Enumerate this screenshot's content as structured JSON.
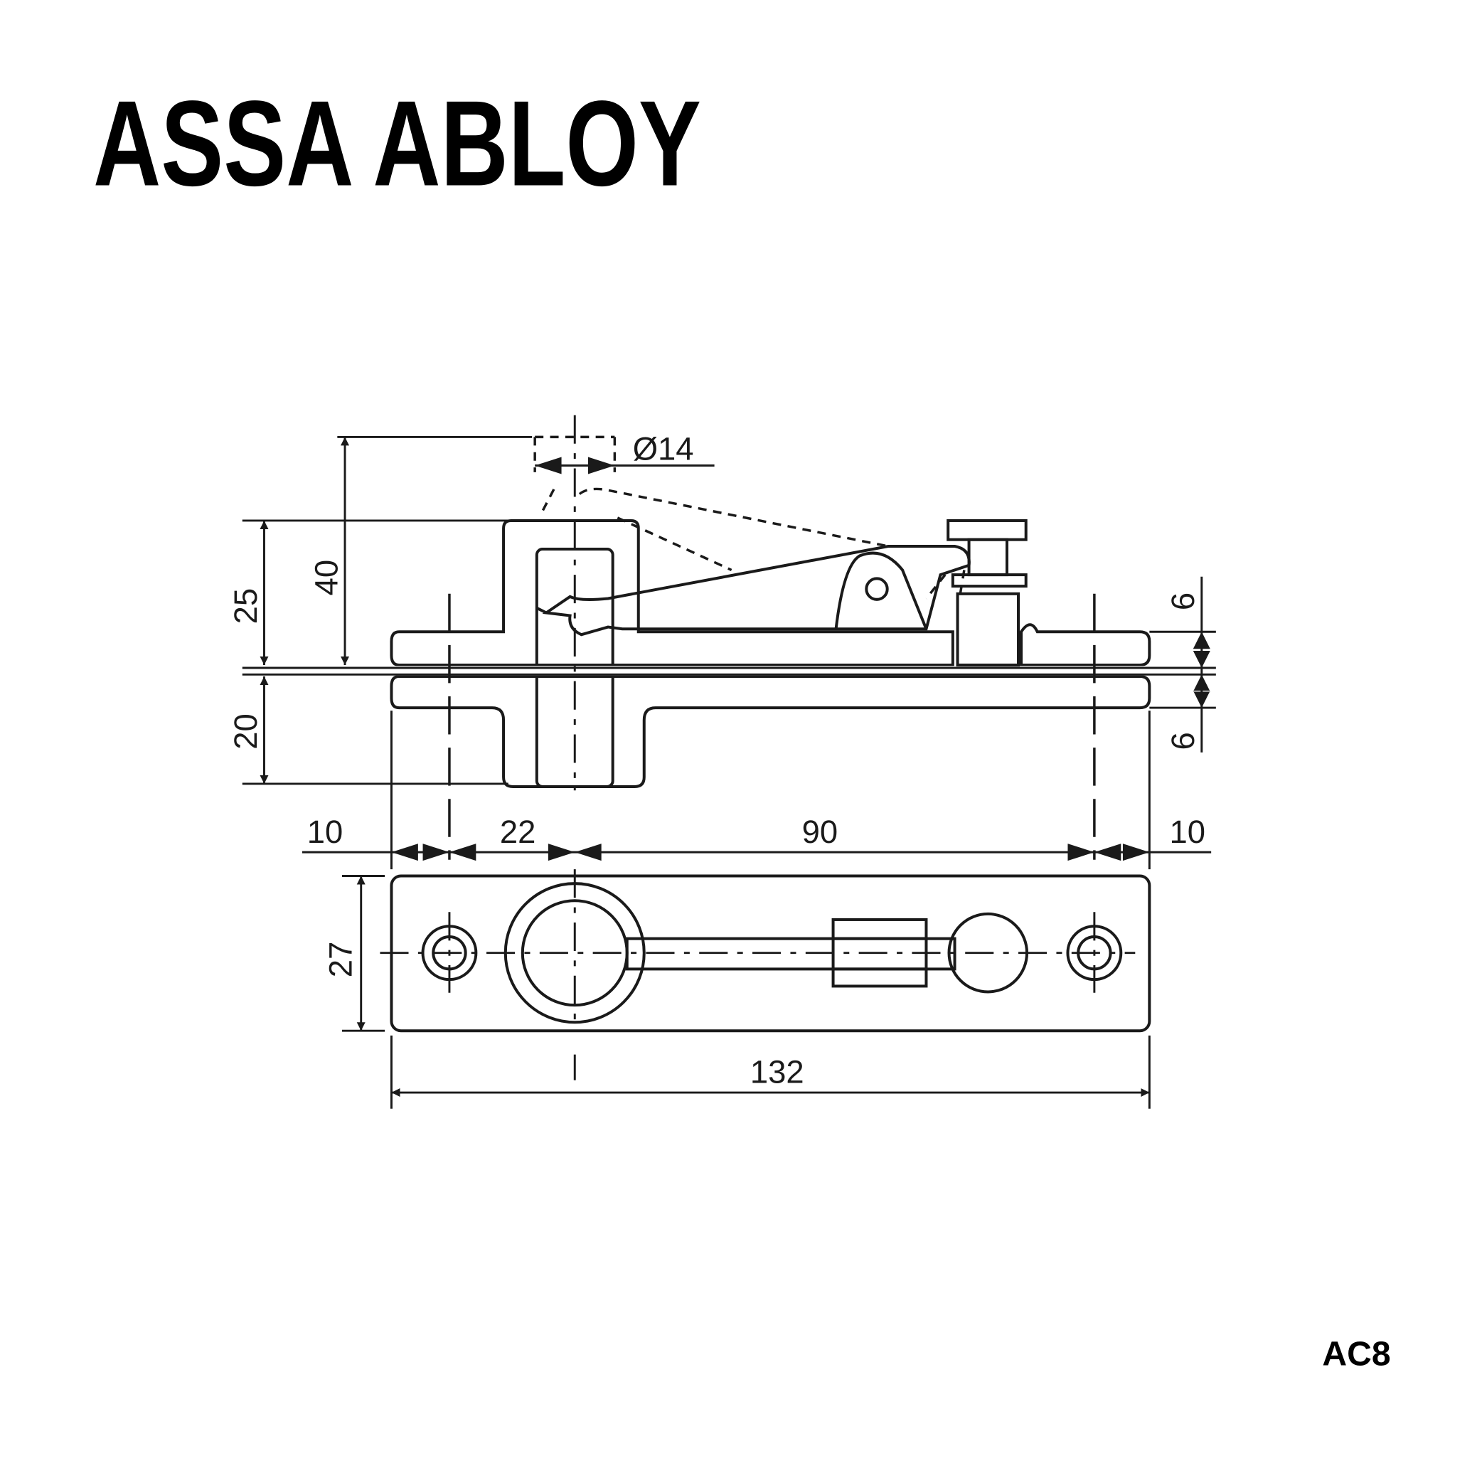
{
  "brand": {
    "logo_text": "ASSA ABLOY"
  },
  "product_code": "AC8",
  "side_view": {
    "dimensions": {
      "height_total": "40",
      "height_upper": "25",
      "height_lower": "20",
      "diameter": "Ø14",
      "plate_upper": "6",
      "plate_lower": "6"
    }
  },
  "spacing": {
    "left_edge": "10",
    "hole_to_center": "22",
    "center_to_hole": "90",
    "right_edge": "10"
  },
  "top_view": {
    "width": "27",
    "length": "132"
  }
}
